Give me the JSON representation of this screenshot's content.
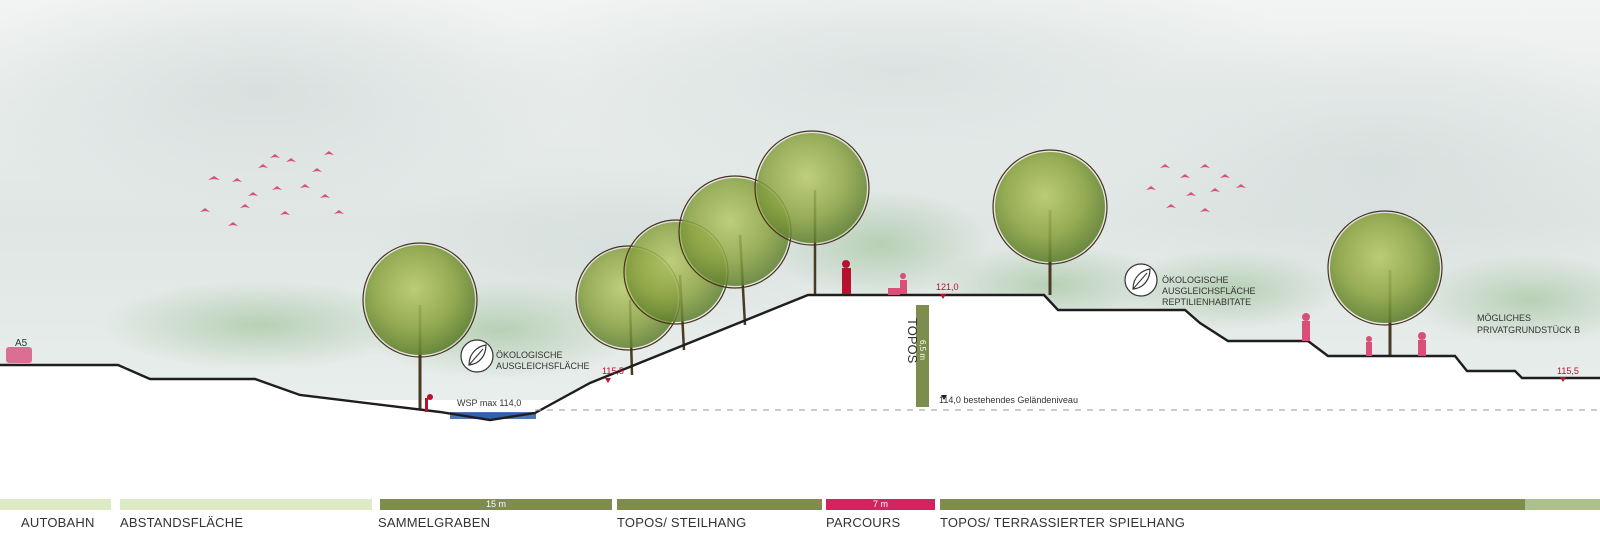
{
  "labels": {
    "a5": "A5",
    "oeko1": [
      "ÖKOLOGISCHE",
      "AUSGLEICHSFLÄCHE"
    ],
    "oeko2": [
      "ÖKOLOGISCHE",
      "AUSGLEICHSFLÄCHE",
      "REPTILIENHABITATE"
    ],
    "private": [
      "MÖGLICHES",
      "PRIVATGRUNDSTÜCK B"
    ],
    "wsp": "WSP max 114,0",
    "existing": "114,0 bestehendes Geländeniveau",
    "topos": "TOPOS",
    "height": "6,5 m",
    "elev_left": "115,5",
    "elev_top": "121,0",
    "elev_right": "115,5"
  },
  "zones": [
    {
      "name": "AUTOBAHN",
      "measure": "",
      "color": "#dcebc6"
    },
    {
      "name": "ABSTANDSFLÄCHE",
      "measure": "",
      "color": "#dcebc6"
    },
    {
      "name": "SAMMELGRABEN",
      "measure": "15 m",
      "color": "#7e8c4e"
    },
    {
      "name": "TOPOS/ STEILHANG",
      "measure": "",
      "color": "#7e8c4e"
    },
    {
      "name": "PARCOURS",
      "measure": "7 m",
      "color": "#d4245f"
    },
    {
      "name": "TOPOS/ TERRASSIERTER SPIELHANG",
      "measure": "",
      "color": "#7e8c4e"
    },
    {
      "name": "",
      "measure": "",
      "color": "#aebf8e"
    }
  ],
  "colors": {
    "terrain_line": "#1e1e1e",
    "water": "#2e5fa8",
    "accent_red": "#b5122e",
    "figure_pink": "#d8507a"
  },
  "icons": [
    "leaf-icon",
    "leaf-icon",
    "elevation-marker-icon",
    "bird-icon",
    "person-icon",
    "car-icon"
  ]
}
